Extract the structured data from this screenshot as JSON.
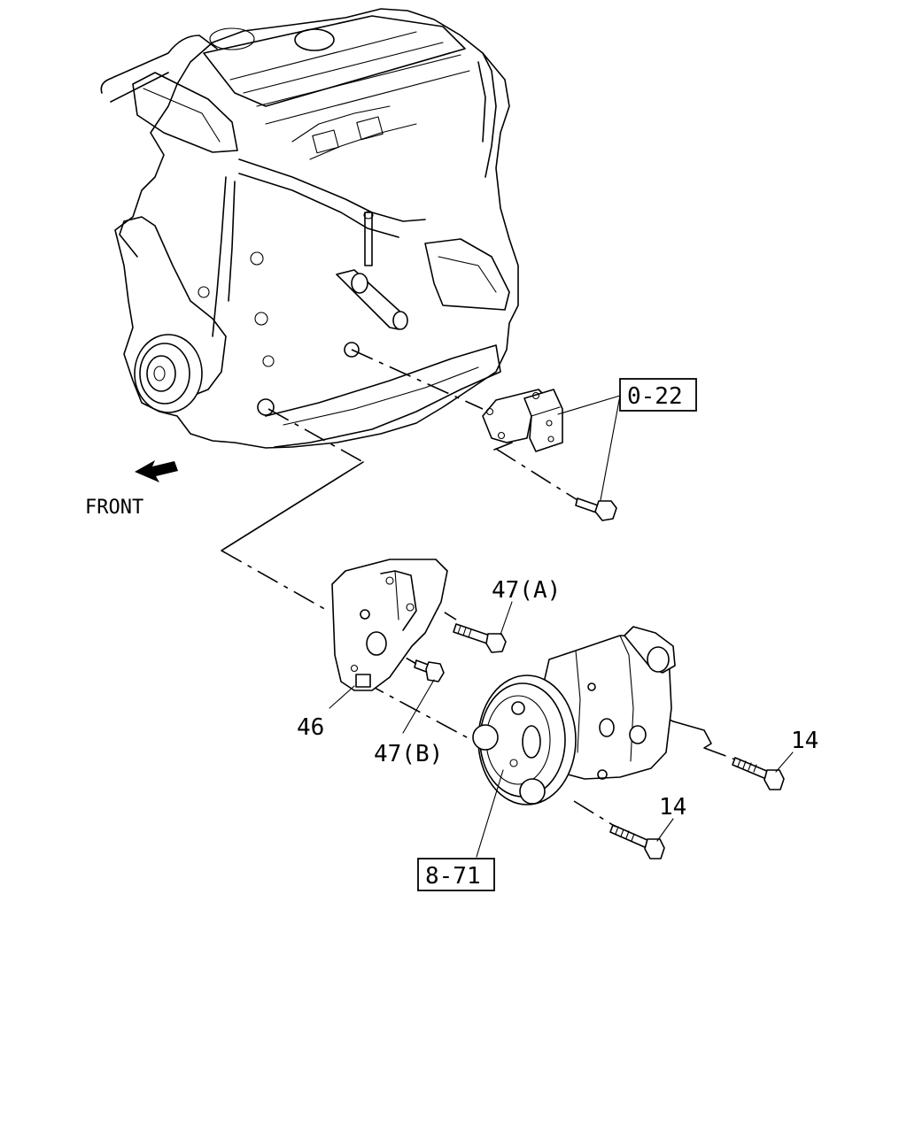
{
  "diagram": {
    "direction_label": "FRONT",
    "callouts": {
      "engine_mount_ref": "0-22",
      "compressor_ref": "8-71",
      "bracket": "46",
      "bolt_a": "47(A)",
      "bolt_b": "47(B)",
      "bolt_upper": "14",
      "bolt_lower": "14"
    }
  }
}
